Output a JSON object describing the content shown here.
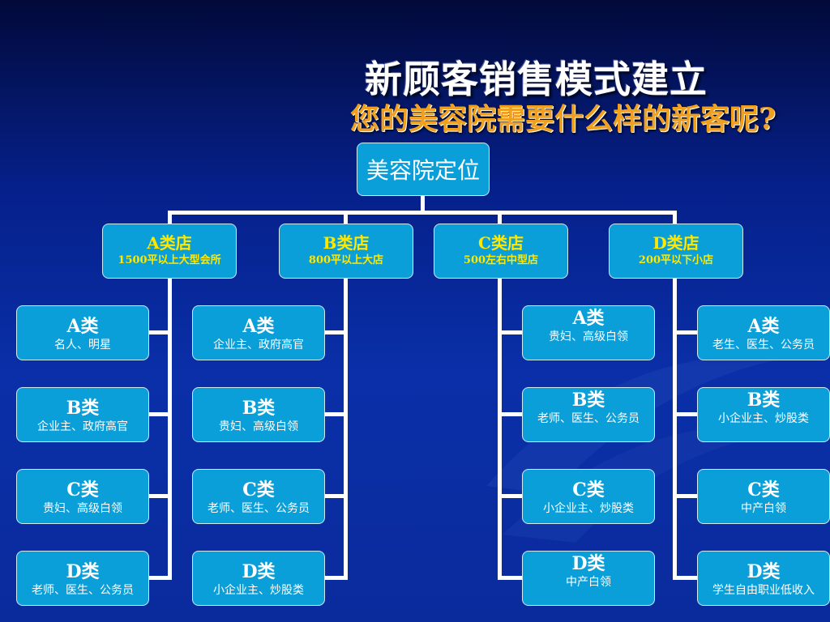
{
  "title": "新顾客销售模式建立",
  "subtitle": "您的美容院需要什么样的新客呢?",
  "root": "美容院定位",
  "stores": [
    {
      "name": "A类店",
      "desc": "1500平以上大型会所"
    },
    {
      "name": "B类店",
      "desc": "800平以上大店"
    },
    {
      "name": "C类店",
      "desc": "500左右中型店"
    },
    {
      "name": "D类店",
      "desc": "200平以下小店"
    }
  ],
  "columns": [
    [
      {
        "name": "A类",
        "desc": "名人、明星"
      },
      {
        "name": "B类",
        "desc": "企业主、政府高官"
      },
      {
        "name": "C类",
        "desc": "贵妇、高级白领"
      },
      {
        "name": "D类",
        "desc": "老师、医生、公务员"
      }
    ],
    [
      {
        "name": "A类",
        "desc": "企业主、政府高官"
      },
      {
        "name": "B类",
        "desc": "贵妇、高级白领"
      },
      {
        "name": "C类",
        "desc": "老师、医生、公务员"
      },
      {
        "name": "D类",
        "desc": "小企业主、炒股类"
      }
    ],
    [
      {
        "name": "A类",
        "desc": "贵妇、高级白领"
      },
      {
        "name": "B类",
        "desc": "老师、医生、公务员"
      },
      {
        "name": "C类",
        "desc": "小企业主、炒股类"
      },
      {
        "name": "D类",
        "desc": "中产白领"
      }
    ],
    [
      {
        "name": "A类",
        "desc": "老生、医生、公务员"
      },
      {
        "name": "B类",
        "desc": "小企业主、炒股类"
      },
      {
        "name": "C类",
        "desc": "中产白领"
      },
      {
        "name": "D类",
        "desc": "学生自由职业低收入"
      }
    ]
  ],
  "colors": {
    "box": "#0a9fd8",
    "store_text": "#ffe800",
    "subtitle": "#f0a020"
  }
}
